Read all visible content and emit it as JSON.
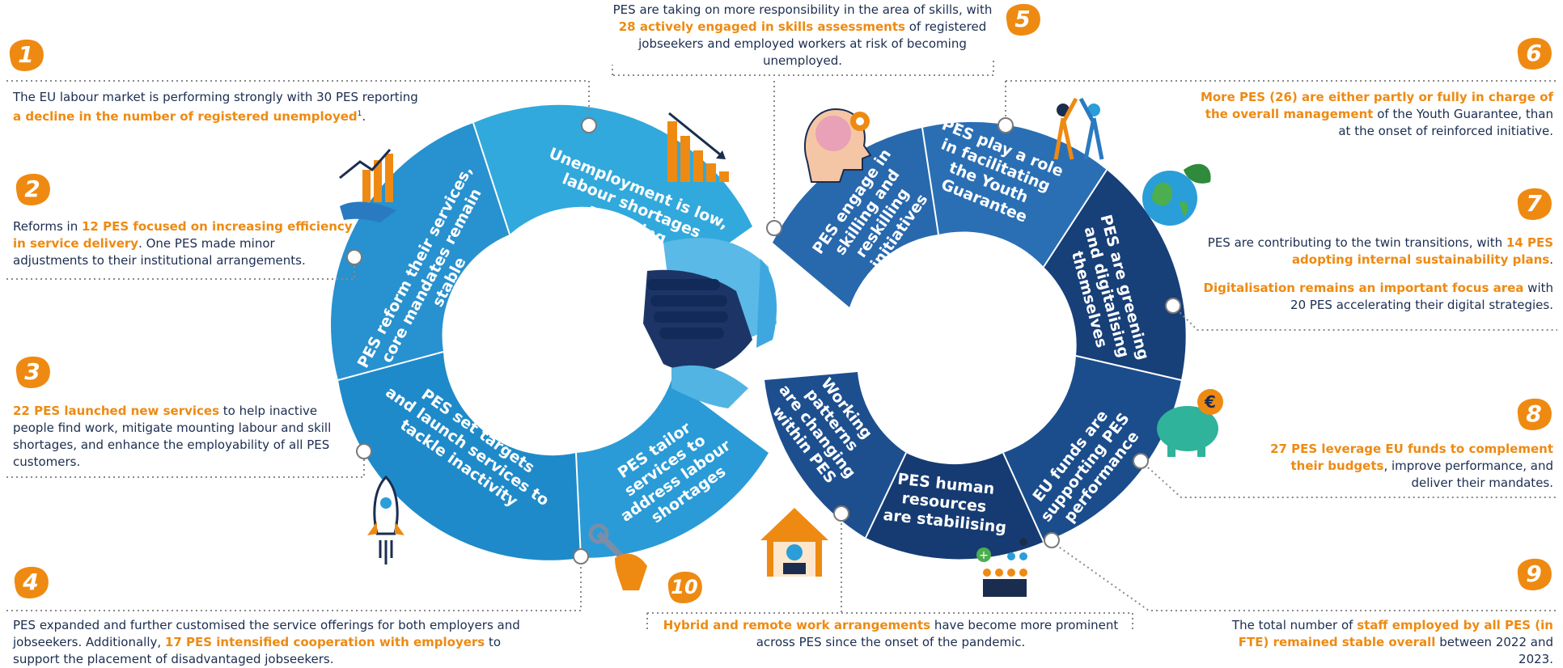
{
  "colors": {
    "accent": "#ee8a12",
    "text": "#1b2d4f",
    "loop_left_light": "#2a9ed8",
    "loop_left_mid": "#1d86c6",
    "loop_right_mid": "#1f5e9e",
    "loop_right_dark": "#163f78",
    "dots": "#8a8a8a"
  },
  "segments": [
    {
      "id": "s1",
      "lines": [
        "Unemployment is low,",
        "labour shortages",
        "are rising"
      ]
    },
    {
      "id": "s2",
      "lines": [
        "PES reform their services,",
        "core mandates remain",
        "stable"
      ]
    },
    {
      "id": "s3",
      "lines": [
        "PES set targets",
        "and launch services to",
        "tackle inactivity"
      ]
    },
    {
      "id": "s4",
      "lines": [
        "PES tailor",
        "services to",
        "address labour",
        "shortages"
      ]
    },
    {
      "id": "s5",
      "lines": [
        "PES engage in",
        "skilling and",
        "reskilling",
        "initiatives"
      ]
    },
    {
      "id": "s6",
      "lines": [
        "PES play a role",
        "in facilitating",
        "the Youth",
        "Guarantee"
      ]
    },
    {
      "id": "s7",
      "lines": [
        "PES are greening",
        "and digitalising",
        "themselves"
      ]
    },
    {
      "id": "s8",
      "lines": [
        "EU funds are",
        "supporting PES",
        "performance"
      ]
    },
    {
      "id": "s9",
      "lines": [
        "PES human",
        "resources",
        "are stabilising"
      ]
    },
    {
      "id": "s10",
      "lines": [
        "Working",
        "patterns",
        "are changing",
        "within PES"
      ]
    }
  ],
  "notes": {
    "n1": {
      "number": "1",
      "p1": "The EU labour market is performing strongly with 30 PES reporting",
      "h1": "a decline in the number of registered unemployed",
      "sup": "1",
      "p2": "."
    },
    "n2": {
      "number": "2",
      "p1": "Reforms in ",
      "h1": "12 PES focused on increasing efficiency in service delivery",
      "p2": ". One PES made minor adjustments to their institutional arrangements."
    },
    "n3": {
      "number": "3",
      "h1": "22 PES launched new services",
      "p1": " to help inactive people find work, mitigate mounting labour and skill shortages, and enhance the employability of all PES customers."
    },
    "n4": {
      "number": "4",
      "p1": "PES expanded and further customised the service offerings for both employers and jobseekers. Additionally, ",
      "h1": "17 PES intensified cooperation with employers",
      "p2": " to support the placement of disadvantaged jobseekers."
    },
    "n5": {
      "number": "5",
      "p1": "PES are taking on more responsibility in the area of skills, with",
      "h1": "28 actively engaged in skills assessments",
      "p2": " of registered jobseekers and employed workers at risk of becoming unemployed."
    },
    "n6": {
      "number": "6",
      "h1": "More PES (26) are either partly or fully in charge of the overall management",
      "p1": " of the Youth Guarantee, than at the onset of reinforced initiative."
    },
    "n7": {
      "number": "7",
      "p1": "PES are contributing to the twin transitions, with ",
      "h1": "14 PES adopting internal sustainability plans",
      "p2": ".",
      "h2": "Digitalisation remains an important focus area",
      "p3": " with 20 PES accelerating their digital strategies."
    },
    "n8": {
      "number": "8",
      "h1": "27 PES leverage EU funds to complement their budgets",
      "p1": ", improve performance, and deliver their mandates."
    },
    "n9": {
      "number": "9",
      "p1": "The total number of ",
      "h1": "staff employed by all PES (in FTE) remained stable overall",
      "p2": " between 2022 and 2023."
    },
    "n10": {
      "number": "10",
      "h1": "Hybrid and remote work arrangements",
      "p1": " have become more prominent across PES since the onset of the pandemic."
    }
  }
}
